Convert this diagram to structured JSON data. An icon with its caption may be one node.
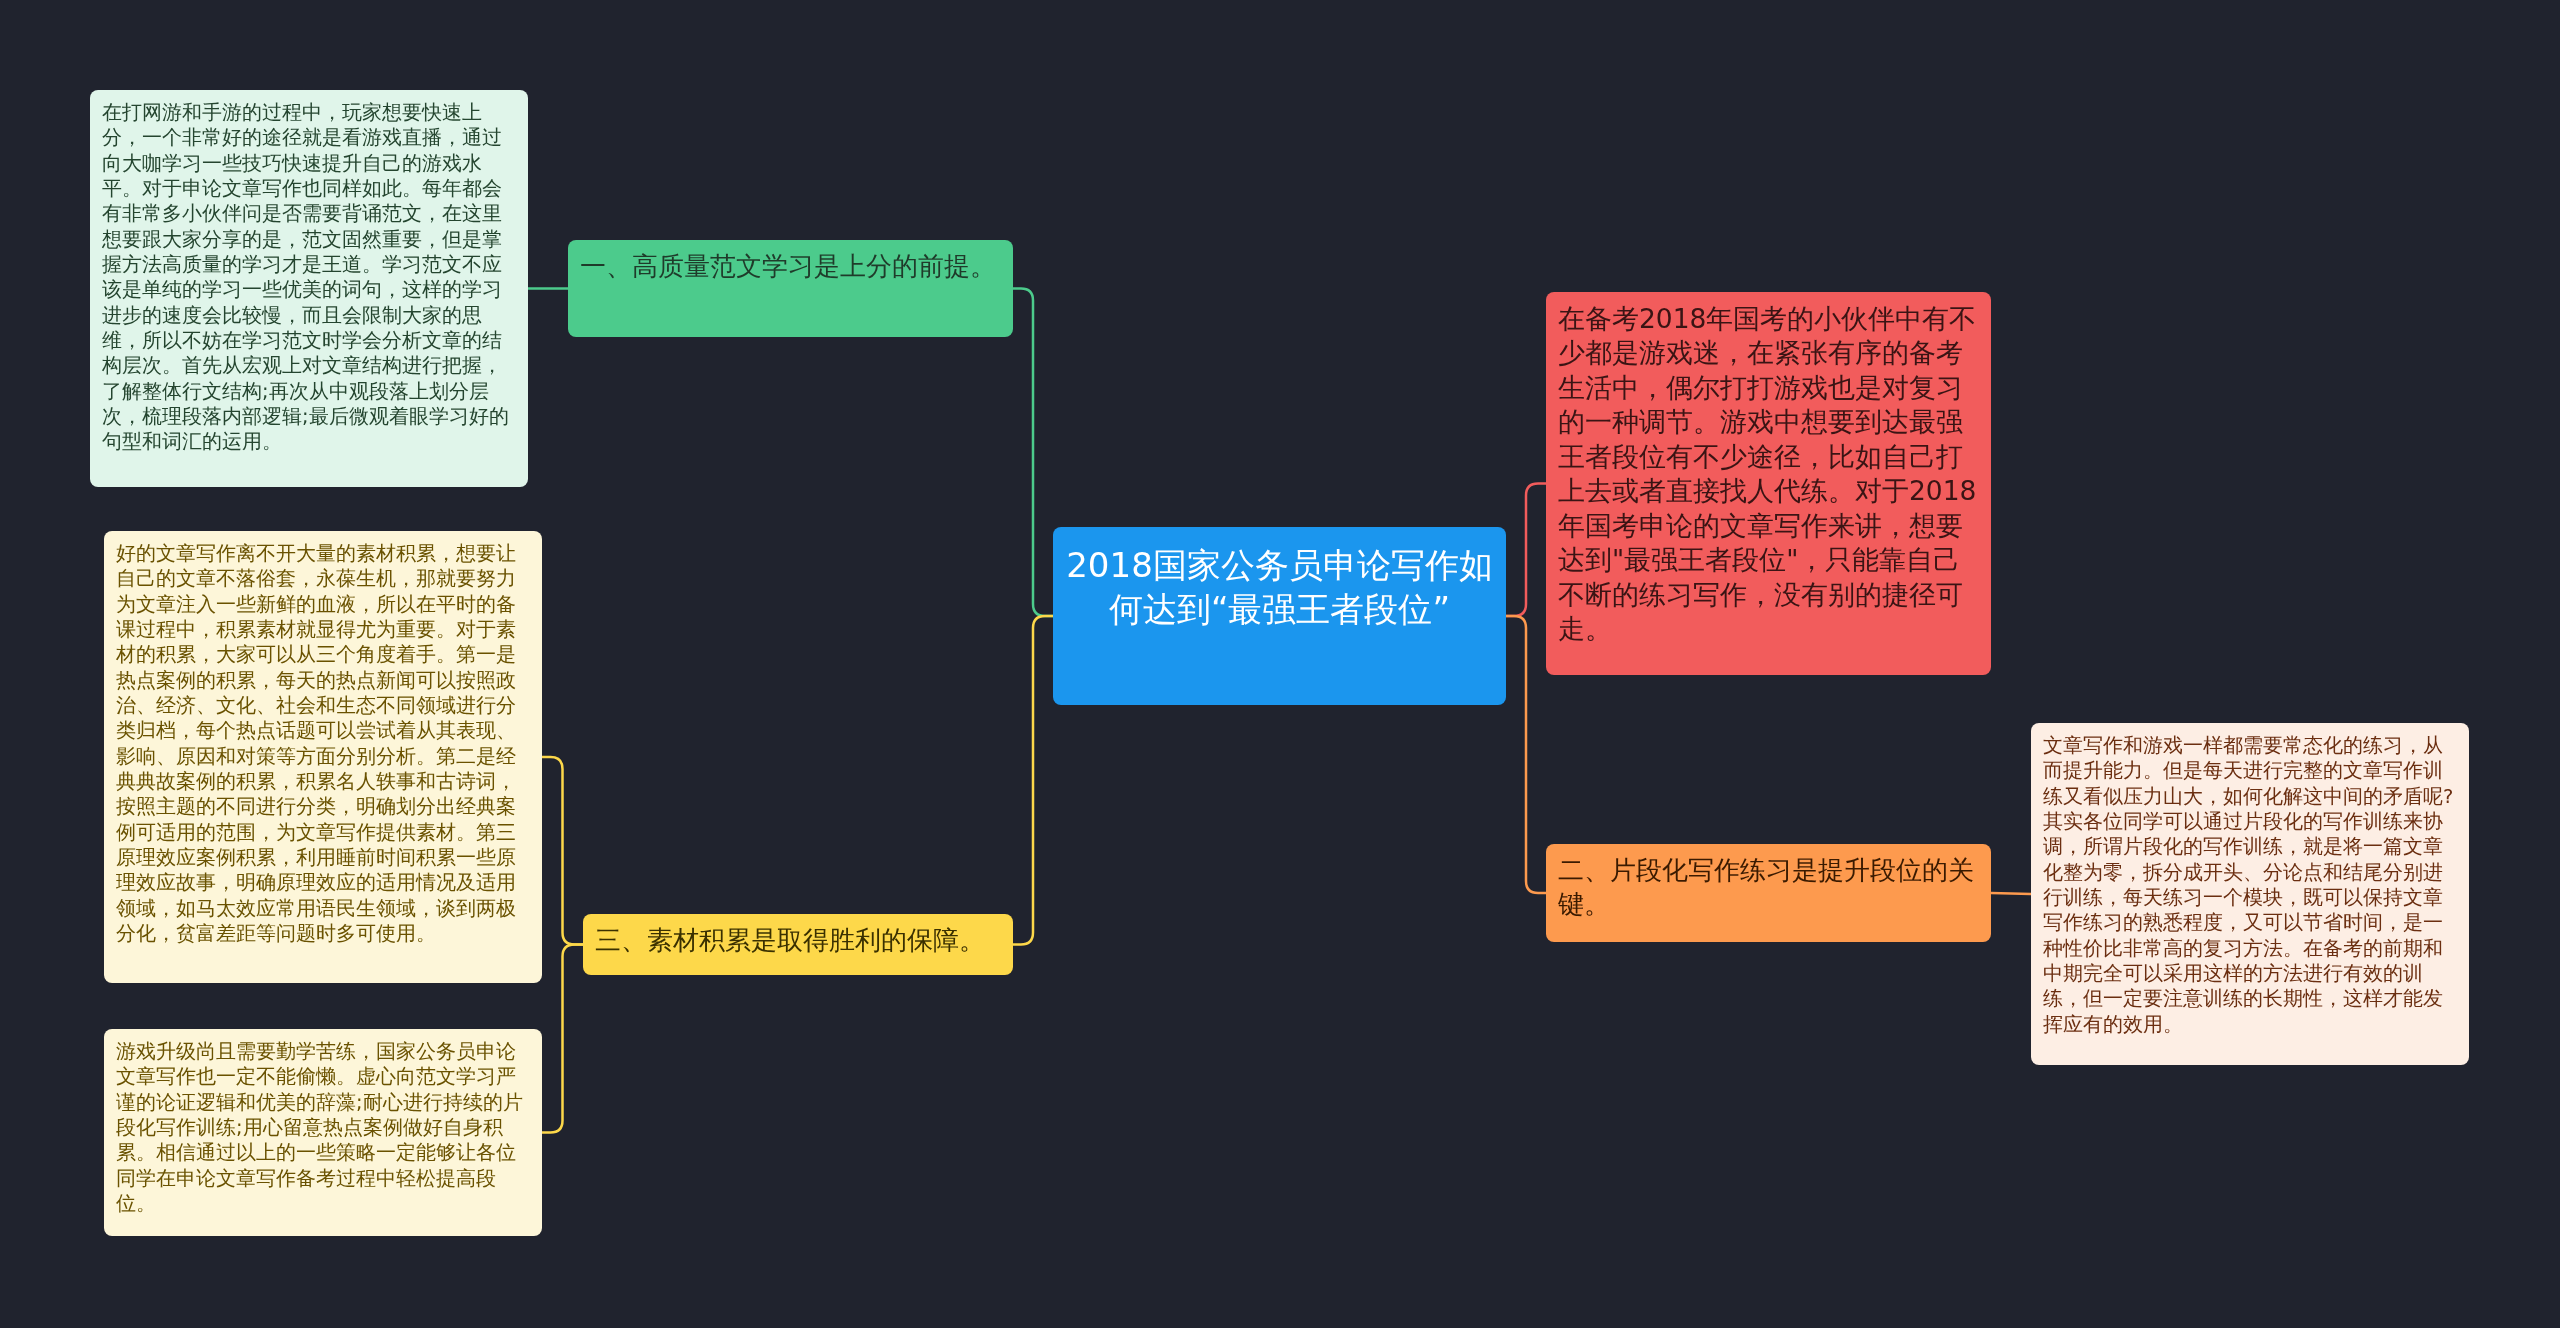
{
  "diagram": {
    "nodes": [
      {
        "text": [
          "2018国家公务员申论写作如何达到“最强王者段位”"
        ]
      },
      {
        "text": [
          "一、高质量范文学习是上分的前提。"
        ]
      },
      {
        "text": [
          "在打网游和手游的过程中，玩家想要快速上分，一个非常好的途径就是看游戏直播，通过向大咖学习一些技巧快速提升自己的游戏水平。对于申论文章写作也同样如此。每年都会有非常多小伙伴问是否需要背诵范文，在这里想要跟大家分享的是，范文固然重要，但是掌握方法高质量的学习才是王道。学习范文不应该是单纯的学习一些优美的词句，这样的学习进步的速度会比较慢，而且会限制大家的思维，所以不妨在学习范文时学会分析文章的结构层次。首先从宏观上对文章结构进行把握，了解整体行文结构;再次从中观段落上划分层次，梳理段落内部逻辑;最后微观着眼学习好的句型和词汇的运用。"
        ]
      },
      {
        "text": [
          "三、素材积累是取得胜利的保障。"
        ]
      },
      {
        "text": [
          "好的文章写作离不开大量的素材积累，想要让自己的文章不落俗套，永葆生机，那就要努力为文章注入一些新鲜的血液，所以在平时的备课过程中，积累素材就显得尤为重要。对于素材的积累，大家可以从三个角度着手。第一是热点案例的积累，每天的热点新闻可以按照政治、经济、文化、社会和生态不同领域进行分类归档，每个热点话题可以尝试着从其表现、影响、原因和对策等方面分别分析。第二是经典典故案例的积累，积累名人轶事和古诗词，按照主题的不同进行分类，明确划分出经典案例可适用的范围，为文章写作提供素材。第三原理效应案例积累，利用睡前时间积累一些原理效应故事，明确原理效应的适用情况及适用领域，如马太效应常用语民生领域，谈到两极分化，贫富差距等问题时多可使用。"
        ]
      },
      {
        "text": [
          "游戏升级尚且需要勤学苦练，国家公务员申论文章写作也一定不能偷懒。虚心向范文学习严谨的论证逻辑和优美的辞藻;耐心进行持续的片段化写作训练;用心留意热点案例做好自身积累。相信通过以上的一些策略一定能够让各位同学在申论文章写作备考过程中轻松提高段位。"
        ]
      },
      {
        "text": [
          "在备考2018年国考的小伙伴中有不少都是游戏迷，在紧张有序的备考生活中，偶尔打打游戏也是对复习的一种调节。游戏中想要到达最强王者段位有不少途径，比如自己打上去或者直接找人代练。对于2018年国考申论的文章写作来讲，想要达到\"最强王者段位\"，只能靠自己不断的练习写作，没有别的捷径可走。"
        ]
      },
      {
        "text": [
          "二、片段化写作练习是提升段位的关键。"
        ]
      },
      {
        "text": [
          "文章写作和游戏一样都需要常态化的练习，从而提升能力。但是每天进行完整的文章写作训练又看似压力山大，如何化解这中间的矛盾呢?其实各位同学可以通过片段化的写作训练来协调，所谓片段化的写作训练，就是将一篇文章化整为零，拆分成开头、分论点和结尾分别进行训练，每天练习一个模块，既可以保持文章写作练习的熟悉程度，又可以节省时间，是一种性价比非常高的复习方法。在备考的前期和中期完全可以采用这样的方法进行有效的训练，但一定要注意训练的长期性，这样才能发挥应有的效用。"
        ]
      }
    ],
    "edges": [
      {
        "from": 0,
        "to": 1,
        "arrow": "none",
        "color": "#4ccb8c"
      },
      {
        "from": 1,
        "to": 2,
        "arrow": "none",
        "color": "#4ccb8c"
      },
      {
        "from": 0,
        "to": 3,
        "arrow": "none",
        "color": "#fdd84a"
      },
      {
        "from": 3,
        "to": 4,
        "arrow": "none",
        "color": "#fdd84a"
      },
      {
        "from": 3,
        "to": 5,
        "arrow": "none",
        "color": "#fdd84a"
      },
      {
        "from": 0,
        "to": 6,
        "arrow": "none",
        "color": "#f25c5c"
      },
      {
        "from": 0,
        "to": 7,
        "arrow": "none",
        "color": "#fd9a4e"
      },
      {
        "from": 7,
        "to": 8,
        "arrow": "none",
        "color": "#fd9a4e"
      }
    ]
  }
}
